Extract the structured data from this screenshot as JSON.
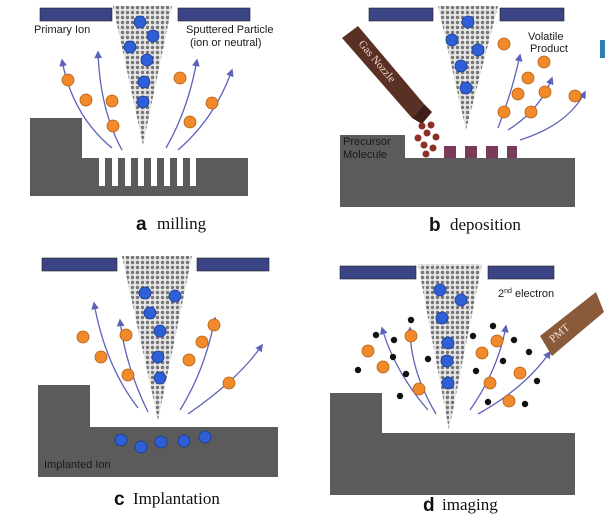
{
  "colors": {
    "plate": "#3b4585",
    "substrate": "#5b5b5b",
    "primary_ion": "#2f5fd6",
    "sputtered_particle": "#f08a2a",
    "precursor": "#8c2f24",
    "deposit": "#7a3a5a",
    "secondary_electron": "#111111",
    "arrow": "#5b63b8",
    "nozzle": "#5a3024",
    "pmt": "#8a5a3a"
  },
  "icons": [
    "gas-nozzle-icon",
    "pmt-detector-icon"
  ],
  "panels": {
    "a": {
      "letter": "a",
      "title": "milling",
      "labels": {
        "primary_ion": "Primary Ion",
        "sputtered_particle_1": "Sputtered Particle",
        "sputtered_particle_2": "(ion or neutral)"
      }
    },
    "b": {
      "letter": "b",
      "title": "deposition",
      "labels": {
        "gas_nozzle": "Gas Nozzle",
        "volatile_product_1": "Volatile",
        "volatile_product_2": "Product",
        "precursor_1": "Precursor",
        "precursor_2": "Molecule"
      }
    },
    "c": {
      "letter": "c",
      "title": "Implantation",
      "labels": {
        "implanted_ion": "Implanted Ion"
      }
    },
    "d": {
      "letter": "d",
      "title": "imaging",
      "labels": {
        "electron_sup": "nd",
        "electron_pre": "2",
        "electron_post": " electron",
        "pmt": "PMT"
      }
    }
  }
}
